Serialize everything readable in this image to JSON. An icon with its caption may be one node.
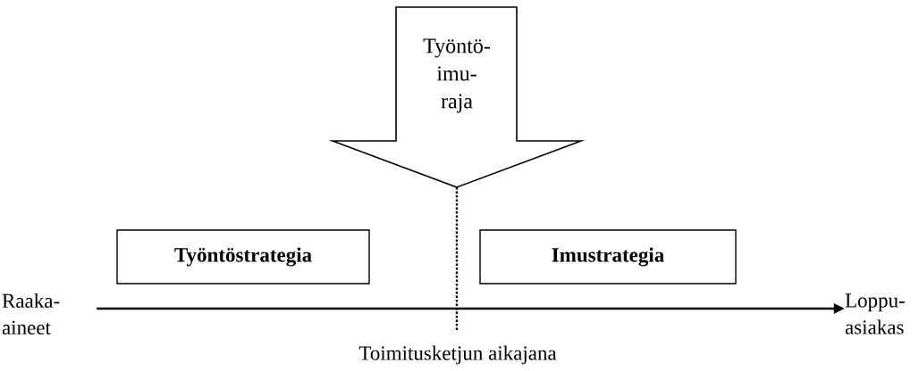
{
  "diagram": {
    "nodes": [
      {
        "text": [
          "Työntö- imu- raja"
        ]
      },
      {
        "text": [
          "Työntöstrategia"
        ]
      },
      {
        "text": [
          "Imustrategia"
        ]
      },
      {
        "text": [
          "Raaka- aineet"
        ]
      },
      {
        "text": [
          "Loppu- asiakas"
        ]
      }
    ],
    "edges": [
      {
        "from": 3,
        "to": 4,
        "arrow": "to"
      },
      {
        "from": 0,
        "to": null,
        "arrow": "none",
        "style": "dashed"
      }
    ],
    "labels": [
      "Toimitusketjun aikajana"
    ]
  }
}
